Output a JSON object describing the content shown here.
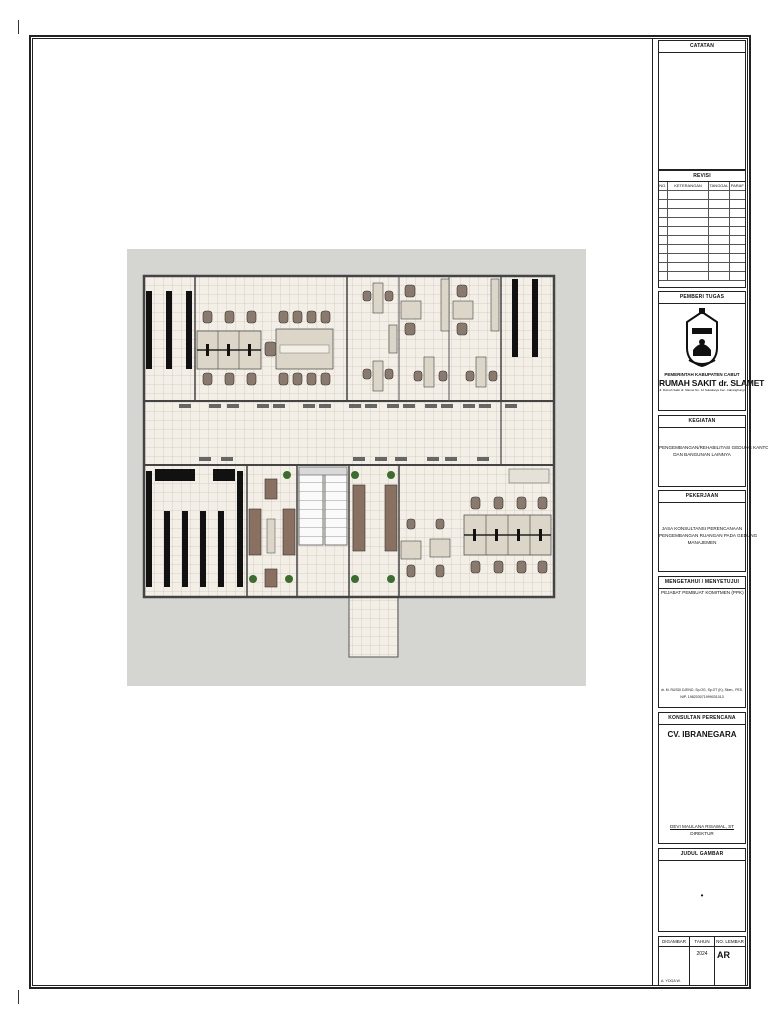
{
  "sheet": {
    "catatan_title": "CATATAN",
    "revisi": {
      "title": "REVISI",
      "headers": [
        "NO.",
        "KETERANGAN",
        "TANGGAL",
        "PARAF"
      ],
      "empty_rows": 10
    },
    "pemberi_tugas": {
      "title": "PEMBERI TUGAS",
      "gov_line": "PEMERINTAH KABUPATEN CABUT",
      "hospital": "RUMAH SAKIT dr. SLAMET",
      "address": "Jl. Rumah Sakit dr. Slamet No. 12 Sukakarya Kec. Cabangbungi Kab. Cabut"
    },
    "kegiatan": {
      "title": "KEGIATAN",
      "line1": "PENGEMBANGAN/REHABILITASI GEDUNG KANTOR",
      "line2": "DAN BANGUNAN LAINNYA"
    },
    "pekerjaan": {
      "title": "PEKERJAAN",
      "line1": "JASA KONSULTANSI PERENCANAAN",
      "line2": "PENGEMBANGAN RUANGAN PADA GEDUNG",
      "line3": "MANAJEMEN"
    },
    "mengetahui": {
      "title": "MENGETAHUI / MENYETUJUI",
      "role": "PEJABAT PEMBUAT KOMITMEN (PPK)",
      "name": "dr. M. RUSDI DJENO, Sp.OG, Sp.OT (K), Sken., PES.",
      "nip": "NIP. 198203071999031013"
    },
    "konsultan": {
      "title": "KONSULTAN PERENCANA",
      "firm": "CV. IBRANEGARA",
      "person": "DEVI MAULANA RISAWAL, ST",
      "role": "DIREKTUR"
    },
    "judul": {
      "title": "JUDUL GAMBAR",
      "content": "•"
    },
    "footer": {
      "digambar_label": "DIGAMBAR",
      "tahun_label": "TAHUN",
      "lembar_label": "NO. LEMBAR",
      "tahun_value": "2024",
      "lembar_value": "AR",
      "drawer": "A. YOGA W."
    }
  }
}
